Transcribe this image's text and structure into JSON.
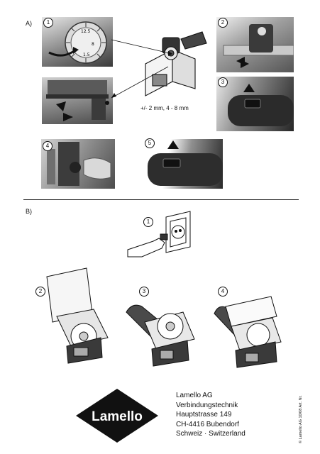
{
  "section_a": {
    "label": "A)",
    "step_numbers": [
      "1",
      "2",
      "3",
      "4",
      "5"
    ],
    "caption": "+/- 2 mm, 4 - 8 mm",
    "dial_marks": [
      "1.5",
      "12.5",
      "8"
    ]
  },
  "section_b": {
    "label": "B)",
    "step_numbers": [
      "1",
      "2",
      "3",
      "4"
    ]
  },
  "footer": {
    "logo_text": "Lamello",
    "company_lines": [
      "Lamello AG",
      "Verbindungstechnik",
      "Hauptstrasse 149",
      "CH-4416 Bubendorf",
      "Schweiz · Switzerland"
    ],
    "vertical_note": "© Lamello AG 10/08 Art. Nr."
  }
}
